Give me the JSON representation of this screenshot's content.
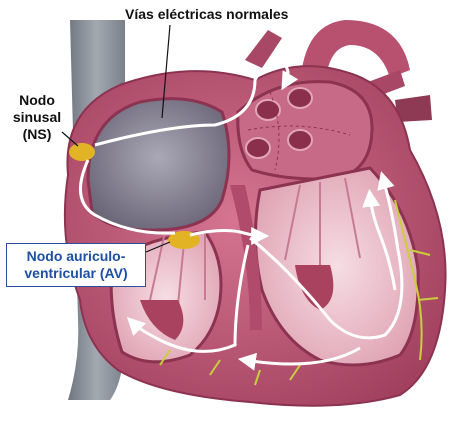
{
  "labels": {
    "normal_pathways": "Vías eléctricas normales",
    "sinus_node": [
      "Nodo",
      "sinusal",
      "(NS)"
    ],
    "av_node": [
      "Nodo auriculo-",
      "ventricular (AV)"
    ]
  },
  "colors": {
    "myocardium": "#c25a78",
    "myocardium_dark": "#9b3a58",
    "chamber_wall": "#e7b7c4",
    "vessel": "#b24a6c",
    "background_vessel": "#7d8590",
    "node_fill": "#e3b326",
    "pathway": "#ffffff",
    "purkinje": "#c9cf3a",
    "av_label_border": "#2a4f9e",
    "av_label_text": "#1d4fa3"
  },
  "icons": [
    "arrow-head-icon"
  ]
}
